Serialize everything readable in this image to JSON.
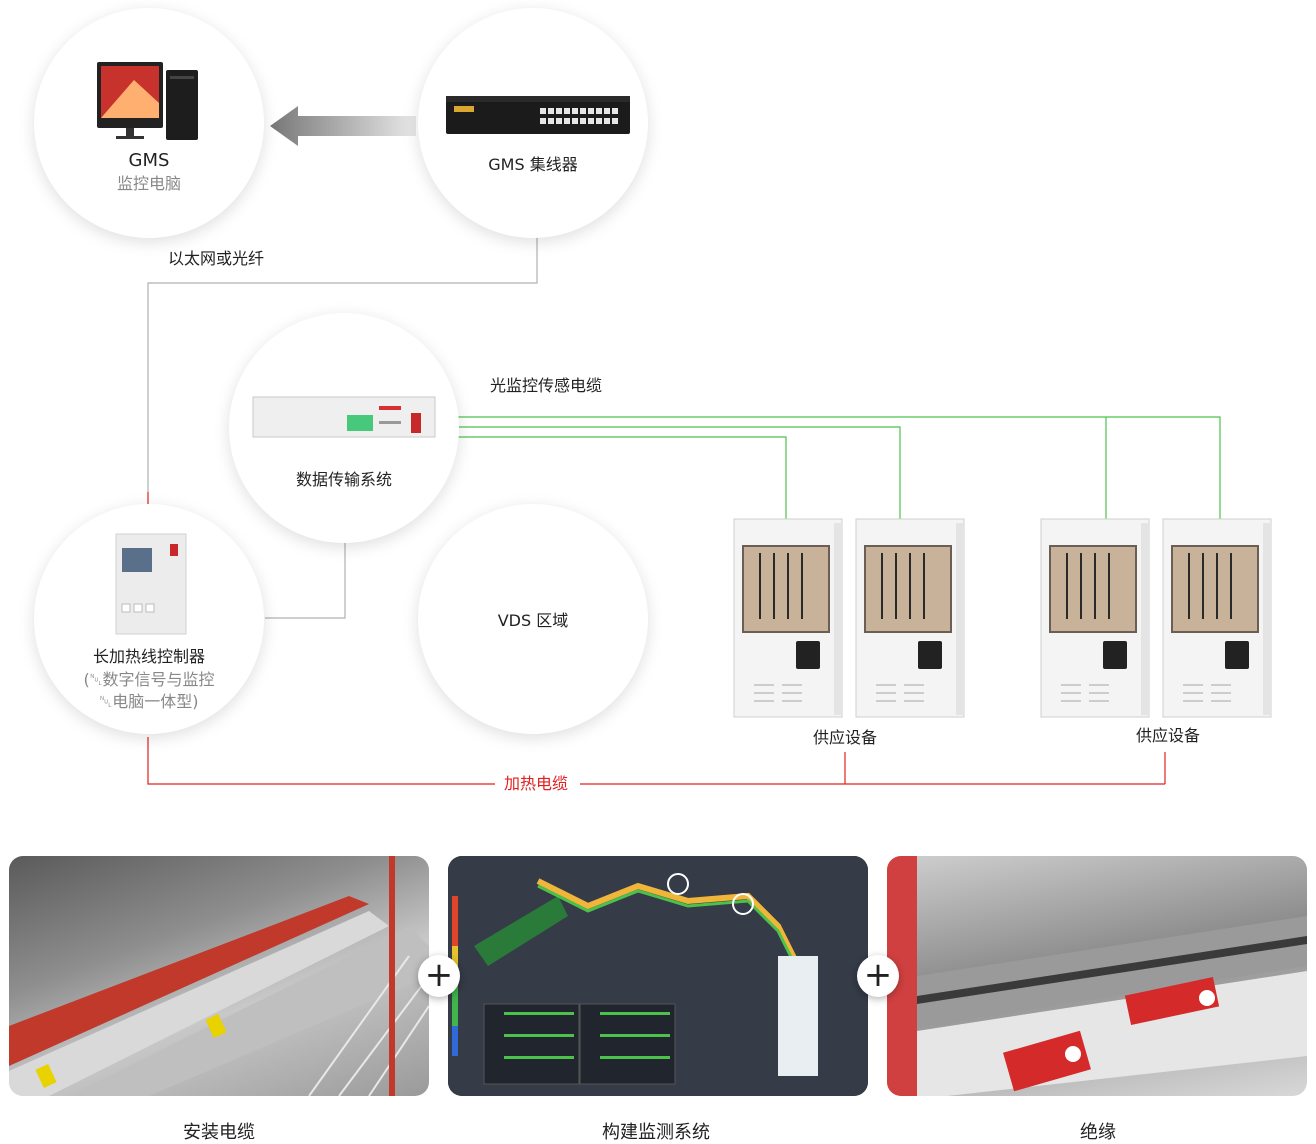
{
  "nodes": {
    "gms_pc": {
      "title": "GMS",
      "subtitle": "监控电脑"
    },
    "gms_hub": {
      "title": "GMS 集线器"
    },
    "data_system": {
      "title": "数据传输系统"
    },
    "controller": {
      "title": "长加热线控制器",
      "line2": "(␀数字信号与监控",
      "line3": "␀电脑一体型)"
    },
    "vds": {
      "title": "VDS 区域"
    }
  },
  "labels": {
    "ethernet": "以太网或光纤",
    "optical_cable": "光监控传感电缆",
    "supply_left": "供应设备",
    "supply_right": "供应设备",
    "heating_cable": "加热电缆"
  },
  "steps": [
    {
      "label": "安装电缆"
    },
    {
      "label": "构建监测系统"
    },
    {
      "label": "绝缘"
    }
  ],
  "colors": {
    "green_line": "#4cc24c",
    "red_line": "#e02020",
    "gray_line": "#aaaaaa"
  }
}
